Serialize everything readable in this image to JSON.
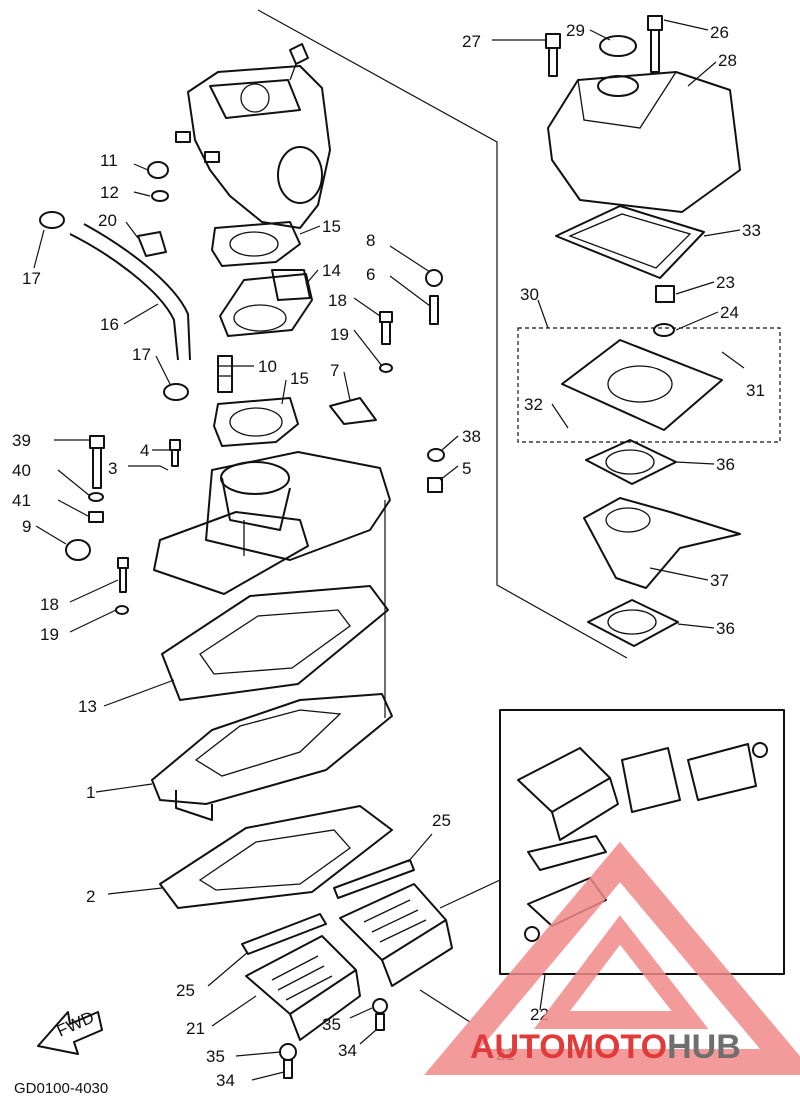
{
  "diagram": {
    "drawing_code": "GD0100-4030",
    "fwd_label": "FWD",
    "watermark": {
      "part1": "AUTO",
      "part2": "MOTO",
      "part3": "HUB",
      "color_red": "#e03a3a",
      "color_gray": "#6f6f6f"
    },
    "callouts": [
      {
        "id": "c27",
        "label": "27"
      },
      {
        "id": "c29",
        "label": "29"
      },
      {
        "id": "c26",
        "label": "26"
      },
      {
        "id": "c28",
        "label": "28"
      },
      {
        "id": "c33",
        "label": "33"
      },
      {
        "id": "c23",
        "label": "23"
      },
      {
        "id": "c30",
        "label": "30"
      },
      {
        "id": "c24",
        "label": "24"
      },
      {
        "id": "c31",
        "label": "31"
      },
      {
        "id": "c32",
        "label": "32"
      },
      {
        "id": "c36a",
        "label": "36"
      },
      {
        "id": "c37",
        "label": "37"
      },
      {
        "id": "c36b",
        "label": "36"
      },
      {
        "id": "c11",
        "label": "11"
      },
      {
        "id": "c12",
        "label": "12"
      },
      {
        "id": "c20",
        "label": "20"
      },
      {
        "id": "c17a",
        "label": "17"
      },
      {
        "id": "c15a",
        "label": "15"
      },
      {
        "id": "c8",
        "label": "8"
      },
      {
        "id": "c14",
        "label": "14"
      },
      {
        "id": "c6",
        "label": "6"
      },
      {
        "id": "c18a",
        "label": "18"
      },
      {
        "id": "c16",
        "label": "16"
      },
      {
        "id": "c19a",
        "label": "19"
      },
      {
        "id": "c17b",
        "label": "17"
      },
      {
        "id": "c10",
        "label": "10"
      },
      {
        "id": "c15b",
        "label": "15"
      },
      {
        "id": "c7",
        "label": "7"
      },
      {
        "id": "c39",
        "label": "39"
      },
      {
        "id": "c4",
        "label": "4"
      },
      {
        "id": "c38",
        "label": "38"
      },
      {
        "id": "c3",
        "label": "3"
      },
      {
        "id": "c40",
        "label": "40"
      },
      {
        "id": "c5",
        "label": "5"
      },
      {
        "id": "c41",
        "label": "41"
      },
      {
        "id": "c9",
        "label": "9"
      },
      {
        "id": "c18b",
        "label": "18"
      },
      {
        "id": "c19b",
        "label": "19"
      },
      {
        "id": "c13",
        "label": "13"
      },
      {
        "id": "c1",
        "label": "1"
      },
      {
        "id": "c25a",
        "label": "25"
      },
      {
        "id": "c2",
        "label": "2"
      },
      {
        "id": "c25b",
        "label": "25"
      },
      {
        "id": "c21a",
        "label": "21"
      },
      {
        "id": "c35a",
        "label": "35"
      },
      {
        "id": "c22",
        "label": "22"
      },
      {
        "id": "c34a",
        "label": "34"
      },
      {
        "id": "c35b",
        "label": "35"
      },
      {
        "id": "c21b",
        "label": "21"
      },
      {
        "id": "c34b",
        "label": "34"
      }
    ]
  }
}
